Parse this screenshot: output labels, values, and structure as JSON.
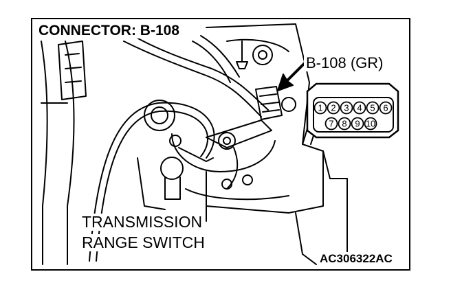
{
  "diagram": {
    "title": "CONNECTOR: B-108",
    "connector_label": "B-108 (GR)",
    "component_label_line1": "TRANSMISSION",
    "component_label_line2": "RANGE SWITCH",
    "figure_code": "AC306322AC",
    "connector_pins_row1": [
      "1",
      "2",
      "3",
      "4",
      "5",
      "6"
    ],
    "connector_pins_row2": [
      "7",
      "8",
      "9",
      "10"
    ]
  }
}
